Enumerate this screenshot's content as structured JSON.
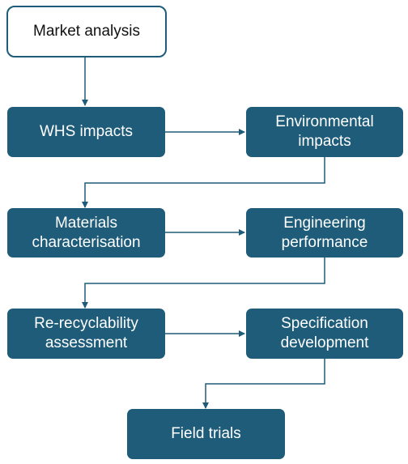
{
  "diagram": {
    "colors": {
      "box_fill": "#1e5c7a",
      "box_text": "#ffffff",
      "start_fill": "#ffffff",
      "start_border": "#1e5c7a",
      "start_text": "#111111",
      "connector": "#1e5c7a"
    },
    "nodes": {
      "market_analysis": "Market analysis",
      "whs_impacts": "WHS impacts",
      "environmental_impacts": "Environmental\nimpacts",
      "materials_characterisation": "Materials\ncharacterisation",
      "engineering_performance": "Engineering\nperformance",
      "re_recyclability_assessment": "Re-recyclability\nassessment",
      "specification_development": "Specification\ndevelopment",
      "field_trials": "Field trials"
    },
    "edges": [
      [
        "market_analysis",
        "whs_impacts"
      ],
      [
        "whs_impacts",
        "environmental_impacts"
      ],
      [
        "environmental_impacts",
        "materials_characterisation"
      ],
      [
        "materials_characterisation",
        "engineering_performance"
      ],
      [
        "engineering_performance",
        "re_recyclability_assessment"
      ],
      [
        "re_recyclability_assessment",
        "specification_development"
      ],
      [
        "specification_development",
        "field_trials"
      ]
    ]
  }
}
